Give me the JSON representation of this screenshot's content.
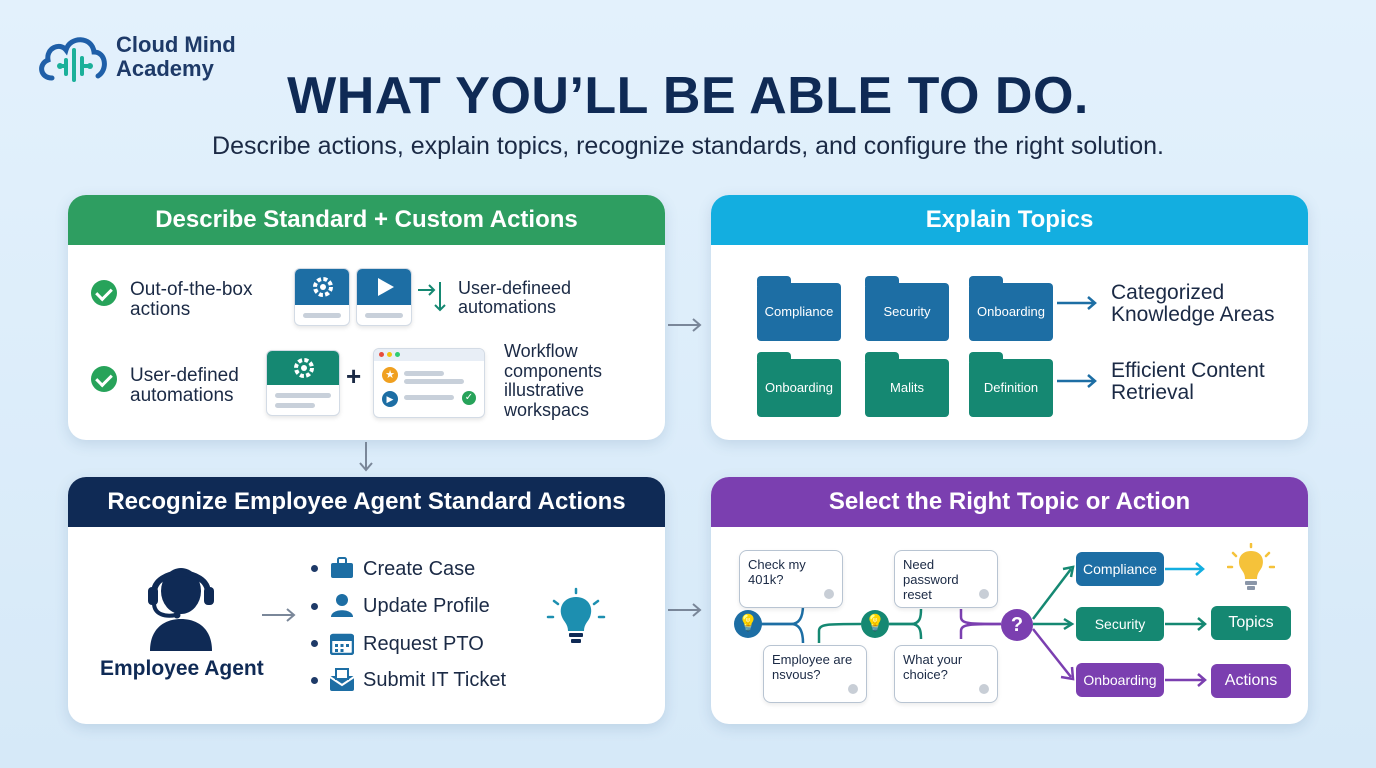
{
  "brand": {
    "name_line1": "Cloud Mind",
    "name_line2": "Academy"
  },
  "headline": "WHAT YOU’LL BE ABLE TO DO.",
  "subheadline": "Describe actions, explain topics, recognize standards, and configure the right solution.",
  "colors": {
    "green": "#2e9e61",
    "cyan": "#13aee0",
    "navy": "#0f2a55",
    "purple": "#7b3fb0",
    "teal": "#158872",
    "blue": "#1d6ea4"
  },
  "card1": {
    "title": "Describe Standard + Custom Actions",
    "row1_label_l1": "Out-of-the-box",
    "row1_label_l2": "actions",
    "row1_note_l1": "User-defineed",
    "row1_note_l2": "automations",
    "row2_label_l1": "User-defined",
    "row2_label_l2": "automations",
    "row2_note_l1": "Workflow",
    "row2_note_l2": "components",
    "row2_note_l3": "illustrative",
    "row2_note_l4": "workspacs",
    "icons": [
      "check-icon",
      "gear-icon",
      "play-icon",
      "branch-arrow-icon",
      "plus-icon"
    ]
  },
  "card2": {
    "title": "Explain Topics",
    "folders_row1": [
      "Compliance",
      "Security",
      "Onboarding"
    ],
    "folders_row2": [
      "Onboarding",
      "Malits",
      "Definition"
    ],
    "label1_l1": "Categorized",
    "label1_l2": "Knowledge Areas",
    "label2_l1": "Efficient Content",
    "label2_l2": "Retrieval"
  },
  "card3": {
    "title": "Recognize Employee Agent Standard Actions",
    "agent_label": "Employee Agent",
    "actions": [
      {
        "label": "Create Case",
        "icon": "briefcase-icon"
      },
      {
        "label": "Update Profile",
        "icon": "person-icon"
      },
      {
        "label": "Request PTO",
        "icon": "calendar-icon"
      },
      {
        "label": "Submit IT Ticket",
        "icon": "ticket-icon"
      }
    ]
  },
  "card4": {
    "title": "Select the Right Topic or Action",
    "bubbles": [
      {
        "l1": "Check my",
        "l2": "401k?",
        "l3": ""
      },
      {
        "l1": "Need",
        "l2": "password",
        "l3": "reset"
      },
      {
        "l1": "Employee are",
        "l2": "nsvous?",
        "l3": ""
      },
      {
        "l1": "What your",
        "l2": "choice?",
        "l3": ""
      }
    ],
    "chips": [
      "Compliance",
      "Security",
      "Onboarding"
    ],
    "outcomes": [
      "Topics",
      "Actions"
    ]
  }
}
